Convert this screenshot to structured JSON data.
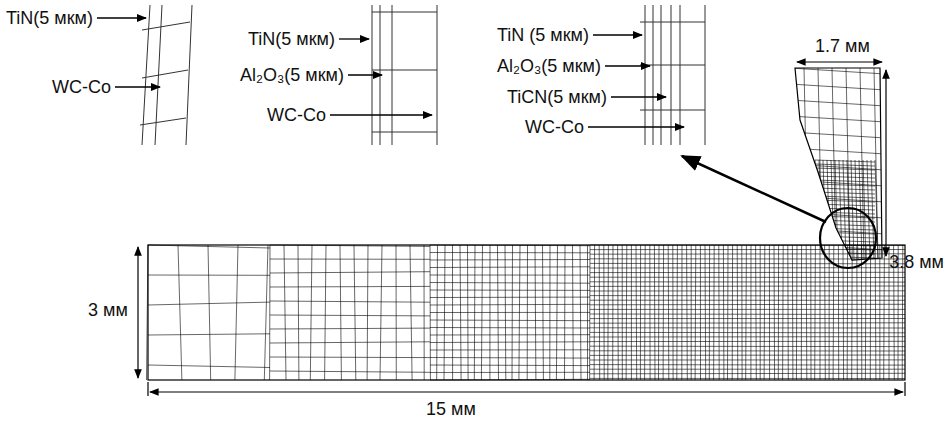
{
  "diagram": {
    "labels": [
      "TiN(5 мкм)",
      "WC-Co",
      "TiN(5 мкм)",
      "Al₂O₃(5 мкм)",
      "WC-Co",
      "TiN (5 мкм)",
      "Al₂O₃(5 мкм)",
      "TiCN(5 мкм)",
      "WC-Co",
      "1.7 мм",
      "3.8 мм",
      "3 мм",
      "15 мм"
    ]
  }
}
